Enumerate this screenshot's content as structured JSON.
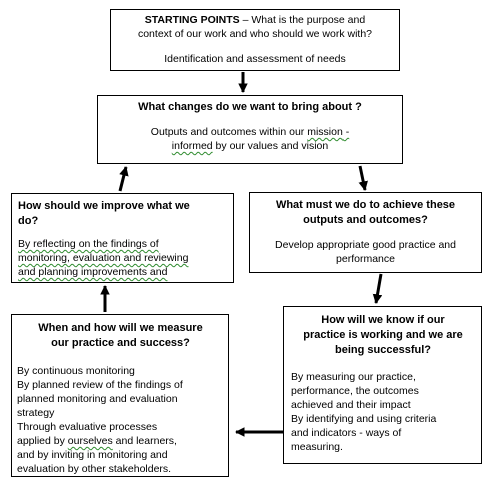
{
  "boxes": {
    "starting": {
      "head_bold": "STARTING POINTS",
      "head_rest": " – What is the purpose and",
      "line2": "context of our work and who should we work with?",
      "line3": "Identification and assessment of needs"
    },
    "changes": {
      "head": "What changes do we want to bring about ?",
      "line1_a": "Outputs and outcomes within our ",
      "line1_b": "mission",
      "line1_c": " -",
      "line2_a": "informed",
      "line2_b": " by our values and vision"
    },
    "achieve": {
      "head1": "What must we do to achieve these",
      "head2": "outputs and outcomes?",
      "line1": "Develop appropriate good practice and",
      "line2": "performance"
    },
    "know": {
      "head1": "How will we know if our",
      "head2": "practice is working and we are",
      "head3": "being successful?",
      "lines": [
        "By measuring our practice,",
        "performance, the outcomes",
        "achieved and their impact",
        "By identifying and using criteria",
        "and indicators - ways of",
        "measuring."
      ]
    },
    "measure": {
      "head1": "When and how will we measure",
      "head2": "our practice and success?",
      "lines": [
        "By continuous monitoring",
        "By planned review of the findings of",
        "planned monitoring and evaluation",
        "strategy",
        "Through evaluative processes",
        "applied by ",
        "and by inviting in monitoring and",
        "evaluation by other stakeholders."
      ],
      "ourselves": "ourselves",
      "ourselves_rest": " and learners,"
    },
    "improve": {
      "head1": "How should we improve what we",
      "head2": "do?",
      "lines": [
        "By reflecting on the findings of",
        "monitoring, evaluation and reviewing",
        "and planning improvements and"
      ]
    }
  },
  "colors": {
    "border": "#000000",
    "spellcheck_underline": "#2e8b2e"
  }
}
